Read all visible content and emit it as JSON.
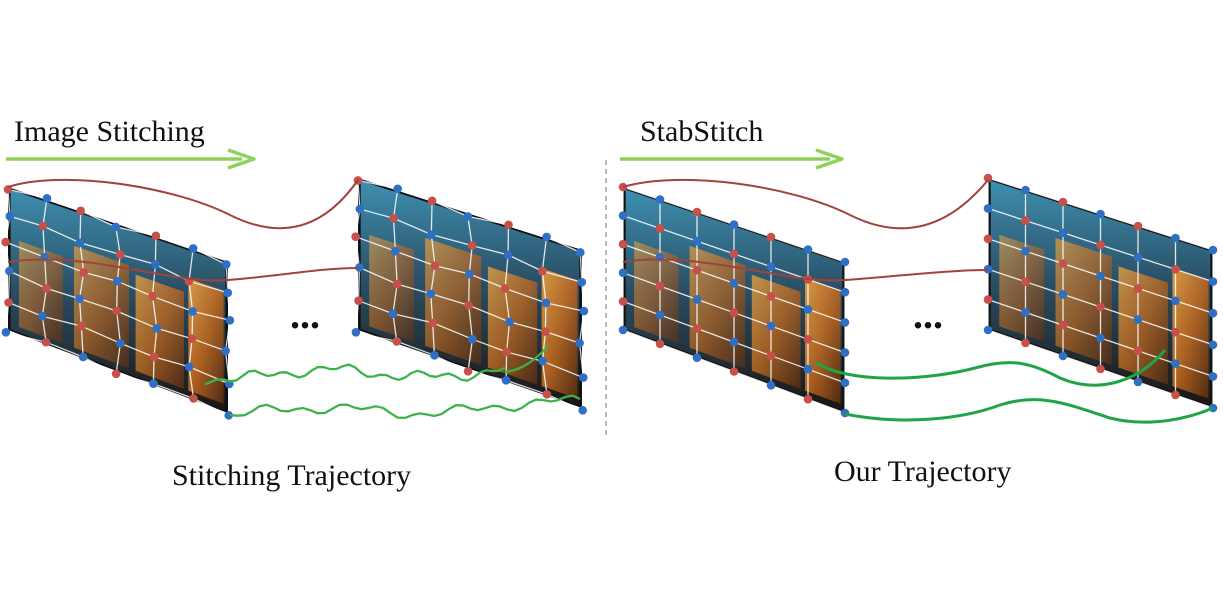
{
  "left_panel": {
    "heading": "Image Stitching",
    "ellipsis": "...",
    "caption": "Stitching Trajectory"
  },
  "right_panel": {
    "heading": "StabStitch",
    "ellipsis": "...",
    "caption": "Our Trajectory"
  },
  "colors": {
    "arrow": "#8fd15a",
    "trajectory_left": "#3cb34a",
    "trajectory_right": "#21a447",
    "top_curve": "#a0433b",
    "node_red": "#c8504a",
    "node_blue": "#2f6fc4",
    "divider": "#8a8a8a"
  },
  "icons": [
    "grid-mesh-icon",
    "photo-frame-icon",
    "arrow-right-icon"
  ]
}
